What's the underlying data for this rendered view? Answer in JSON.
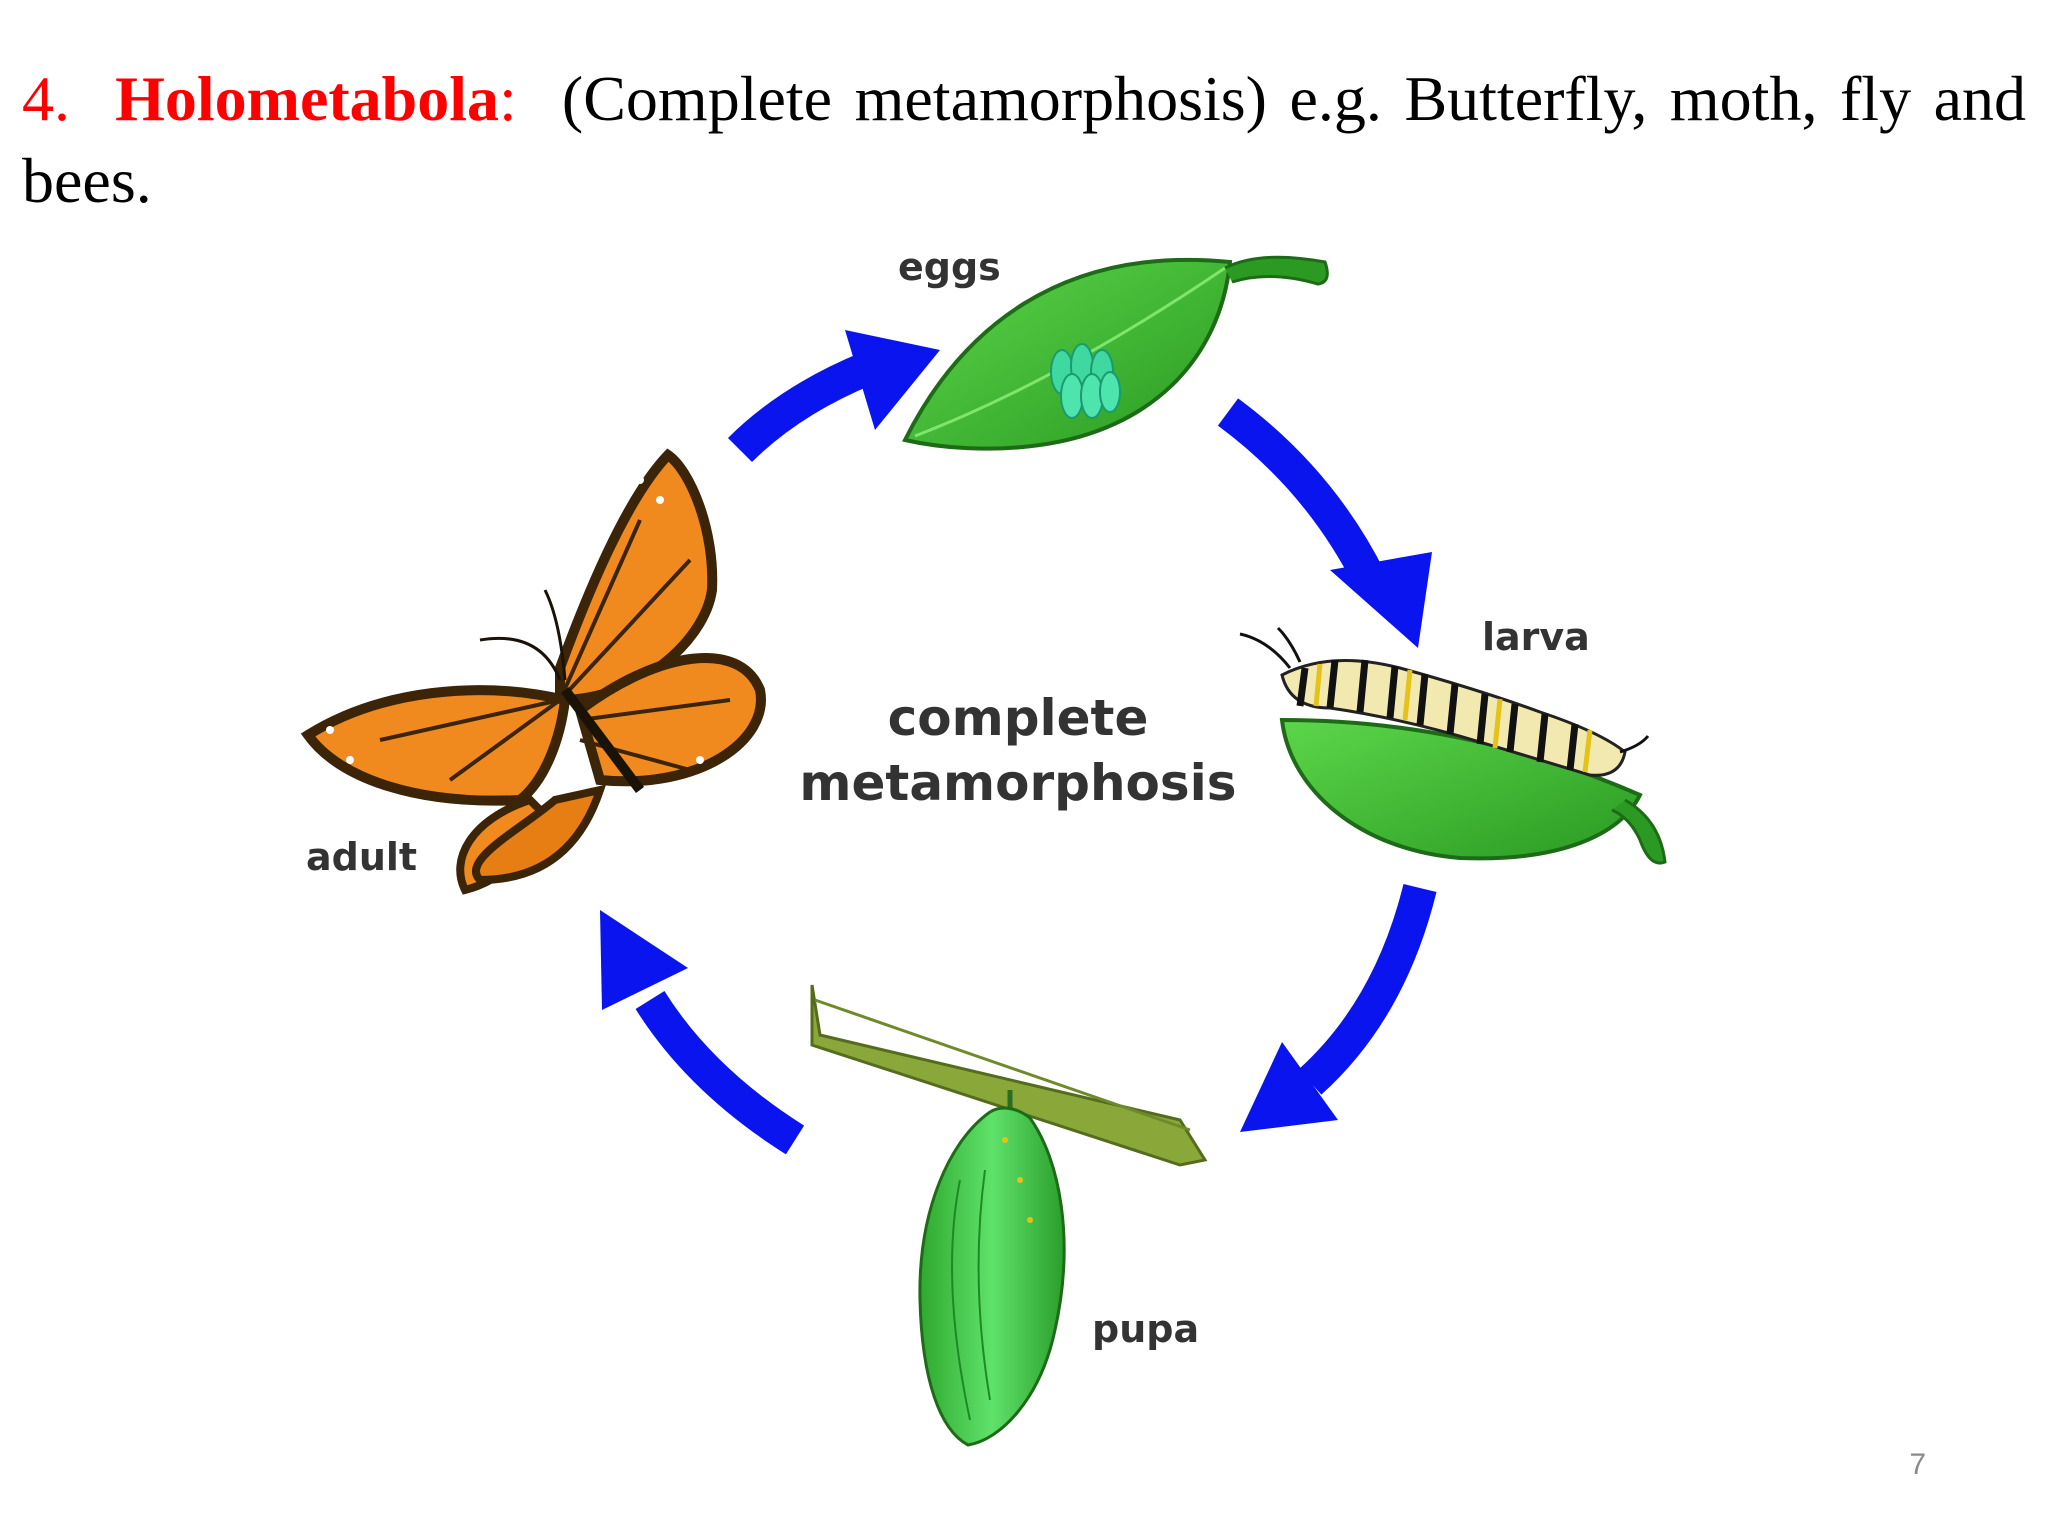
{
  "heading": {
    "number": "4.",
    "term": "Holometabola",
    "colon": ":",
    "rest": "(Complete metamorphosis) e.g. Butterfly, moth, fly and bees."
  },
  "diagram": {
    "center_line1": "complete",
    "center_line2": "metamorphosis",
    "stages": {
      "eggs": "eggs",
      "larva": "larva",
      "pupa": "pupa",
      "adult": "adult"
    },
    "arrow_color": "#0a14ee",
    "leaf_color": "#36b62c",
    "wing_color": "#f08a1e"
  },
  "footer": {
    "page_number": "7"
  }
}
